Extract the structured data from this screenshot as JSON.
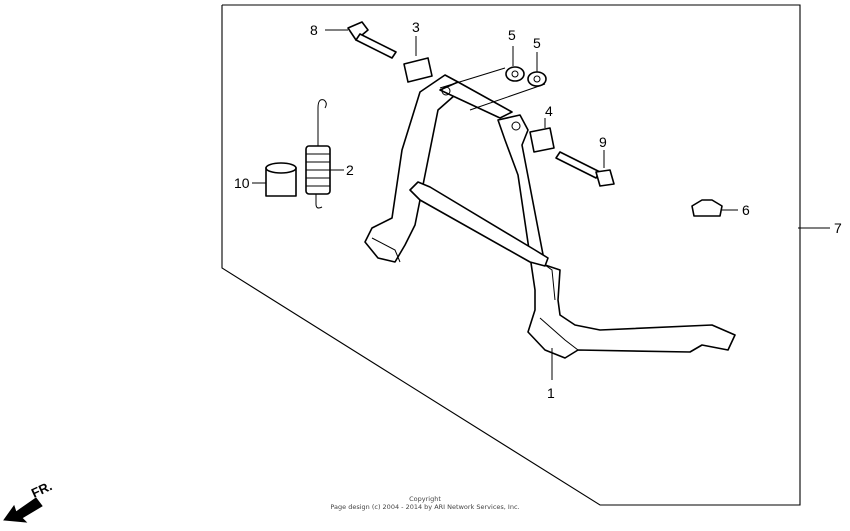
{
  "callouts": [
    {
      "id": "1",
      "label": "1"
    },
    {
      "id": "2",
      "label": "2"
    },
    {
      "id": "3",
      "label": "3"
    },
    {
      "id": "4",
      "label": "4"
    },
    {
      "id": "5a",
      "label": "5"
    },
    {
      "id": "5b",
      "label": "5"
    },
    {
      "id": "6",
      "label": "6"
    },
    {
      "id": "7",
      "label": "7"
    },
    {
      "id": "8",
      "label": "8"
    },
    {
      "id": "9",
      "label": "9"
    },
    {
      "id": "10",
      "label": "10"
    }
  ],
  "direction": {
    "label": "FR.",
    "icon": "arrow-down-left-icon"
  },
  "copyright": {
    "line1": "Copyright",
    "line2": "Page design (c) 2004 - 2014 by ARI Network Services, Inc."
  }
}
